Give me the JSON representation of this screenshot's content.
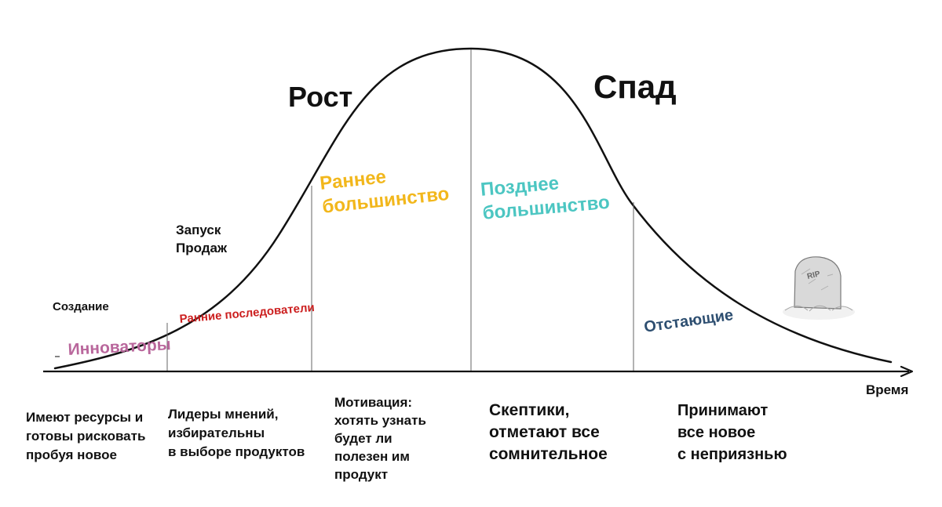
{
  "diagram": {
    "stages": {
      "growth": "Рост",
      "decline": "Спад"
    },
    "phases": {
      "creation": "Создание",
      "sales_launch": "Запуск\nПродаж"
    },
    "segments": [
      {
        "id": "innovators",
        "label": "Инноваторы",
        "color": "#b9679c"
      },
      {
        "id": "early-adopters",
        "label": "Ранние последователи",
        "color": "#cc1f1f"
      },
      {
        "id": "early-majority",
        "label": "Раннее\nбольшинство",
        "color": "#f2b71c"
      },
      {
        "id": "late-majority",
        "label": "Позднее\nбольшинство",
        "color": "#4cc6c2"
      },
      {
        "id": "laggards",
        "label": "Отстающие",
        "color": "#2e4f71"
      }
    ],
    "descriptions": [
      "Имеют ресурсы и\nготовы рисковать\nпробуя новое",
      "Лидеры мнений,\nизбирательны\nв выборе продуктов",
      "Мотивация:\nхотять узнать\nбудет ли\nполезен им\nпродукт",
      "Скептики,\nотметают все\nсомнительное",
      "Принимают\nвсе новое\nс неприязнью"
    ],
    "axis": {
      "x_label": "Время"
    },
    "tombstone": {
      "text": "RIP",
      "icon": "tombstone-icon"
    }
  }
}
